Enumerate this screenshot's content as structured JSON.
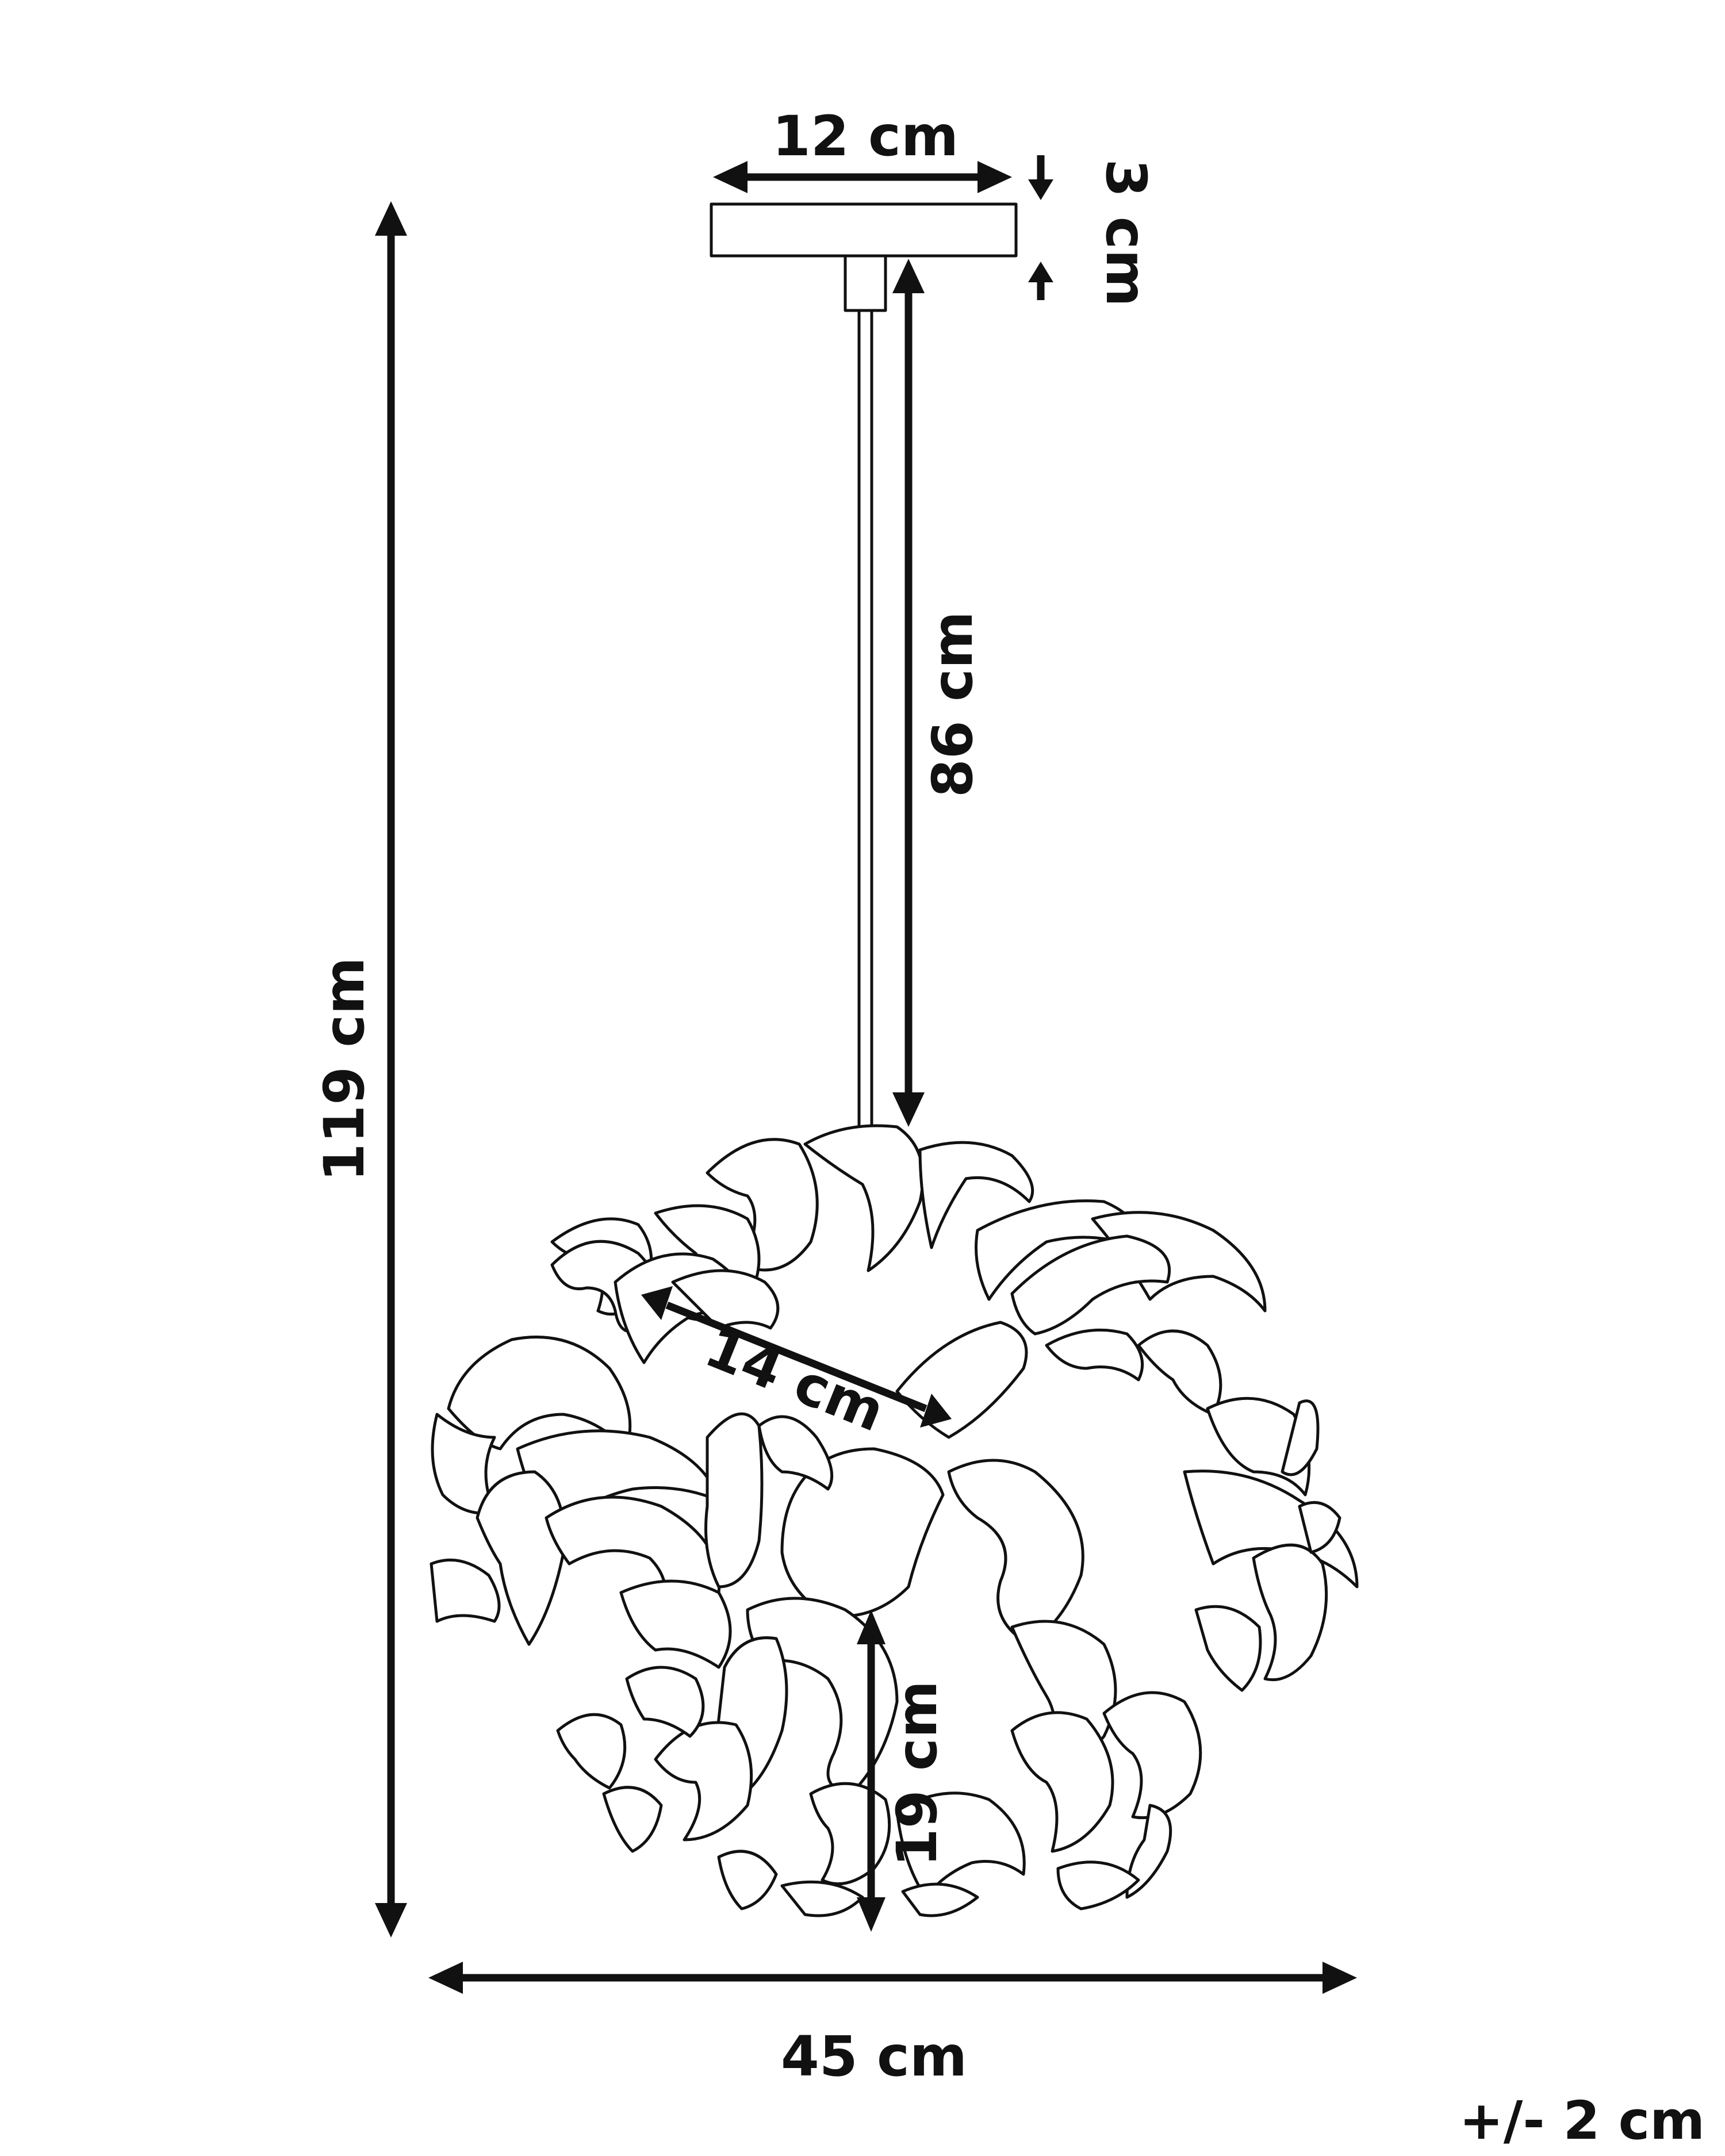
{
  "dimensions": {
    "canopy_width": "12 cm",
    "canopy_height": "3 cm",
    "rod_length": "86 cm",
    "total_height": "119 cm",
    "inner_diameter": "14 cm",
    "shade_height": "19 cm",
    "shade_width": "45 cm"
  },
  "tolerance": "+/- 2 cm"
}
